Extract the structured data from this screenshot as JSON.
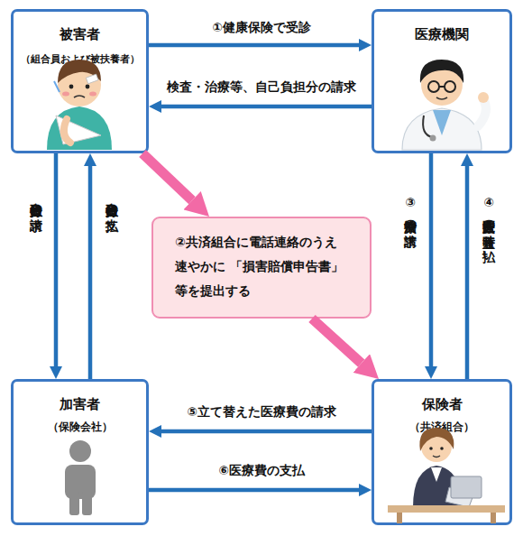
{
  "diagram": {
    "nodes": [
      {
        "text": [
          "被害者",
          "（組合員および被扶養者）"
        ]
      },
      {
        "text": [
          "医療機関"
        ]
      },
      {
        "text": [
          "②共済組合に電話連絡のうえ 速やかに 「損害賠償申告書」等を提出する"
        ]
      },
      {
        "text": [
          "加害者",
          "（保険会社）"
        ]
      },
      {
        "text": [
          "保険者",
          "（共済組合）"
        ]
      }
    ],
    "edges": [
      {
        "from": 0,
        "to": 1,
        "label": "①健康保険で受診",
        "arrow": "to"
      },
      {
        "from": 1,
        "to": 0,
        "label": "検査・治療等、自己負担分の請求",
        "arrow": "to"
      },
      {
        "from": 0,
        "to": 3,
        "label": "自己負担分の請求",
        "arrow": "to"
      },
      {
        "from": 3,
        "to": 0,
        "label": "自己負担分の支払",
        "arrow": "to"
      },
      {
        "from": 1,
        "to": 4,
        "label": "③治療費の請求",
        "arrow": "to"
      },
      {
        "from": 4,
        "to": 1,
        "label": "④医療費の一時立替え払い",
        "arrow": "to"
      },
      {
        "from": 4,
        "to": 3,
        "label": "⑤立て替えた医療費の請求",
        "arrow": "to"
      },
      {
        "from": 3,
        "to": 4,
        "label": "⑥医療費の支払",
        "arrow": "to"
      },
      {
        "from": 0,
        "to": 2,
        "arrow": "to"
      },
      {
        "from": 2,
        "to": 4,
        "arrow": "to"
      }
    ]
  }
}
